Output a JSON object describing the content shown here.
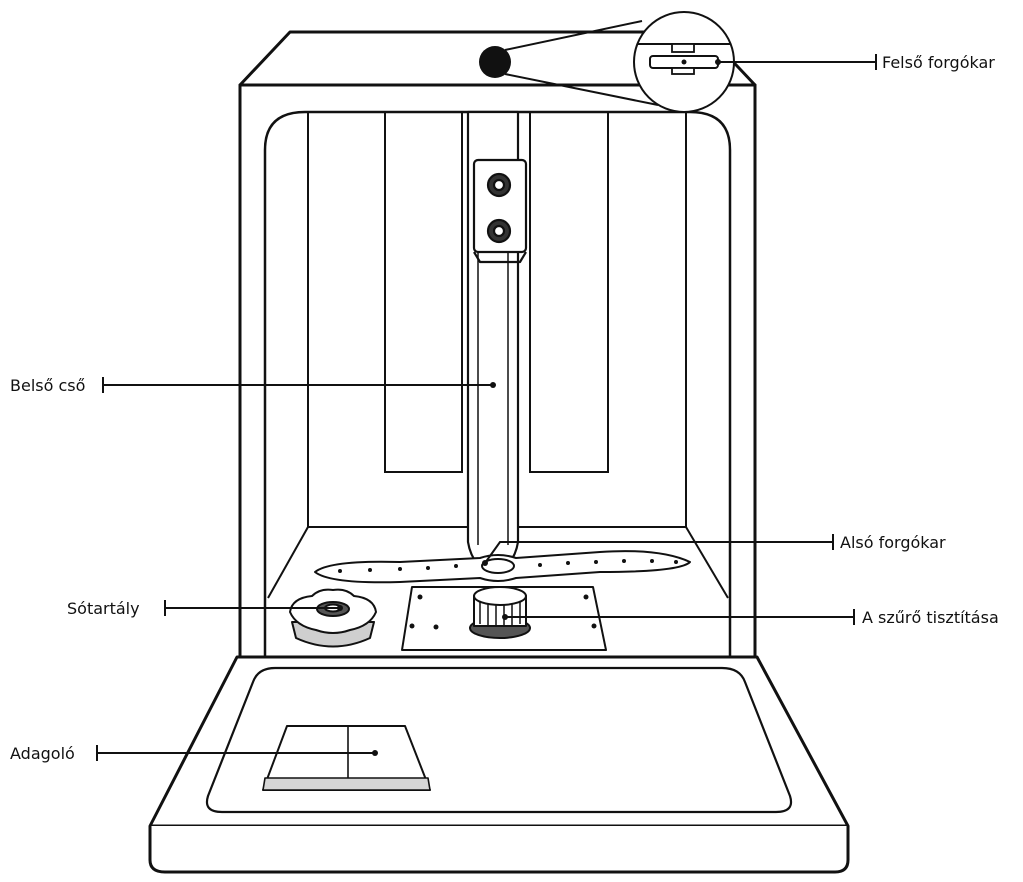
{
  "labels": {
    "upper_spray_arm": "Felső forgókar",
    "inner_tube": "Belső cső",
    "lower_spray_arm": "Alsó forgókar",
    "salt_container": "Sótartály",
    "filter_cleaning": "A szűrő tisztítása",
    "dispenser": "Adagoló"
  },
  "colors": {
    "line": "#111111",
    "panel": "#d9d9d9",
    "background": "#ffffff"
  }
}
